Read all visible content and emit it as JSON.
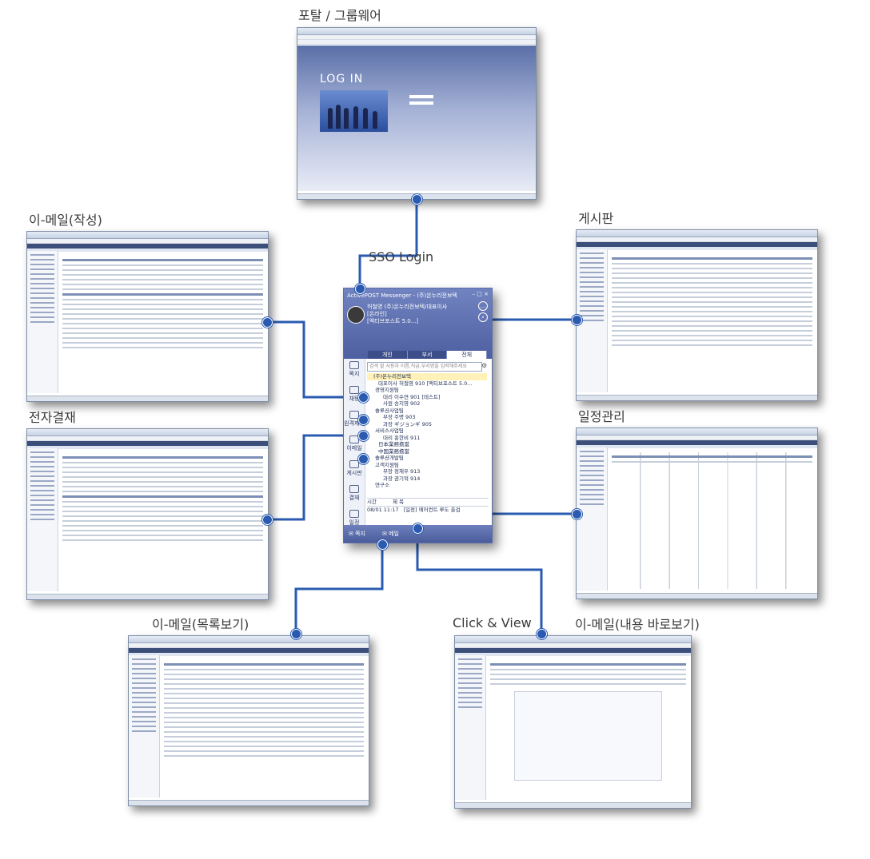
{
  "labels": {
    "portal": "포탈 / 그룹웨어",
    "email_compose": "이-메일(작성)",
    "board": "게시판",
    "approval": "전자결재",
    "schedule": "일정관리",
    "sso": "SSO Login",
    "email_list": "이-메일(목록보기)",
    "click_view": "Click & View",
    "email_preview": "이-메일(내용 바로보기)"
  },
  "portal_screen": {
    "login_text": "LOG IN"
  },
  "messenger": {
    "title": "ActivePOST Messenger - (주)온누리전보텍",
    "user_line1": "허철영 (주)온누리전보텍/대표이사",
    "user_line2": "[온라인]",
    "user_line3": "[액티브포스트 5.0...]",
    "tabs": [
      "개인",
      "부서",
      "전체"
    ],
    "rail": [
      "쪽지",
      "채팅",
      "원격제어",
      "이메일",
      "게시판",
      "결재",
      "일정"
    ],
    "search_placeholder": "검색 할 사용자 이름,직급,부서명을 입력해주세요",
    "tree": [
      "(주)온누리전보텍",
      "대표이사 허철영 910 [액티브포스트 5.0...",
      "경영지원팀",
      "대리 이수연 901 [테스트]",
      "사원 송지영 902",
      "솔루션사업팀",
      "부장 주명 903",
      "과장 ギジョンギ 905",
      "서비스사업팀",
      "대리 홍한비 911",
      "日本業務擔當",
      "中国業務擔當",
      "솔루션개발팀",
      "고객지원팀",
      "부장 정재우 913",
      "과장 권기혁 914",
      "연구소"
    ],
    "list_header": [
      "시간",
      "제 목"
    ],
    "list_row": [
      "08/01 11:17",
      "[일정] 에어컨트 루도 출검"
    ],
    "footer": [
      "쪽지",
      "메일"
    ]
  },
  "colors": {
    "connector": "#2a5bb0",
    "messenger_header": "#5b6dab"
  }
}
